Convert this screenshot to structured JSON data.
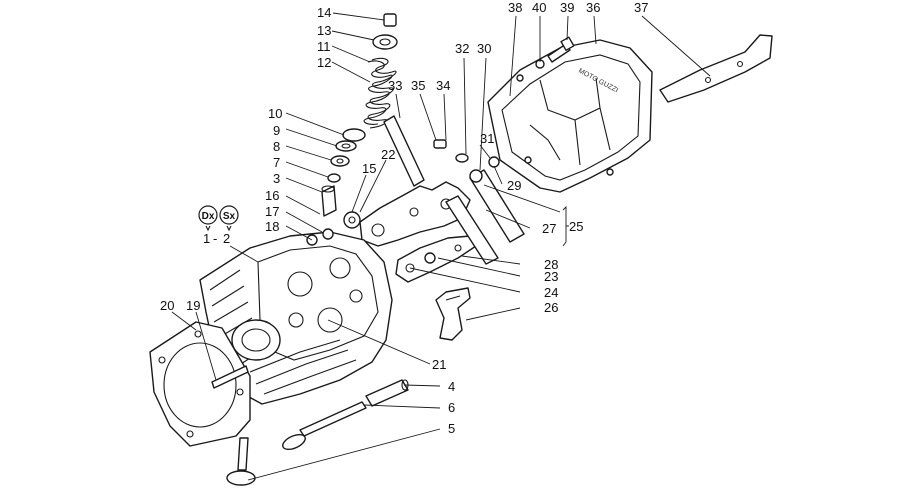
{
  "side_badges": {
    "left": "Dx",
    "right": "Sx",
    "left_num": "1",
    "dash": "-",
    "right_num": "2"
  },
  "cover_logo": "MOTO GUZZI",
  "callouts": {
    "c14": "14",
    "c13": "13",
    "c11": "11",
    "c12": "12",
    "c10": "10",
    "c9": "9",
    "c8": "8",
    "c7": "7",
    "c3": "3",
    "c16": "16",
    "c17": "17",
    "c18": "18",
    "c22": "22",
    "c15": "15",
    "c33": "33",
    "c35": "35",
    "c34": "34",
    "c32": "32",
    "c30": "30",
    "c38": "38",
    "c40": "40",
    "c39": "39",
    "c36": "36",
    "c37": "37",
    "c31": "31",
    "c29": "29",
    "c25": "25",
    "c27": "27",
    "c28": "28",
    "c23": "23",
    "c24": "24",
    "c26": "26",
    "c20": "20",
    "c19": "19",
    "c21": "21",
    "c4": "4",
    "c6": "6",
    "c5": "5"
  }
}
